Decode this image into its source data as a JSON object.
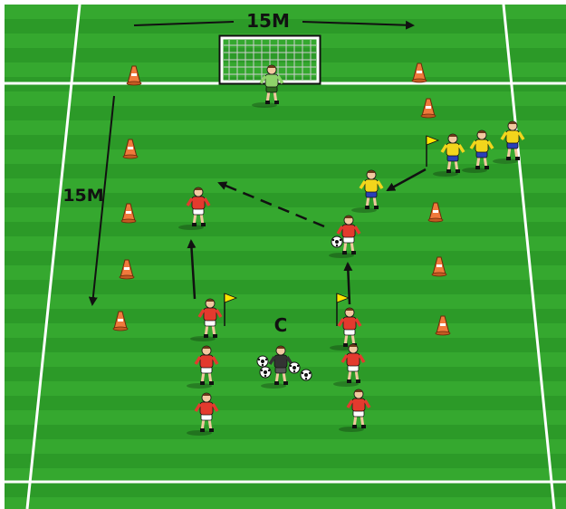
{
  "labels": {
    "goal_width": "15M",
    "grid_length": "15M",
    "coach": "C"
  },
  "colors": {
    "grass_light": "#35a82f",
    "grass_dark": "#2c9a28",
    "line": "#ffffff",
    "cone": "#f07a3c",
    "red_team": "#e33a2e",
    "yellow_team": "#f2d51c",
    "yellow_shorts": "#2a3fb8",
    "goalkeeper": "#8ed36a",
    "coach": "#333333",
    "flag": "#ffe600",
    "arrow": "#111111"
  }
}
